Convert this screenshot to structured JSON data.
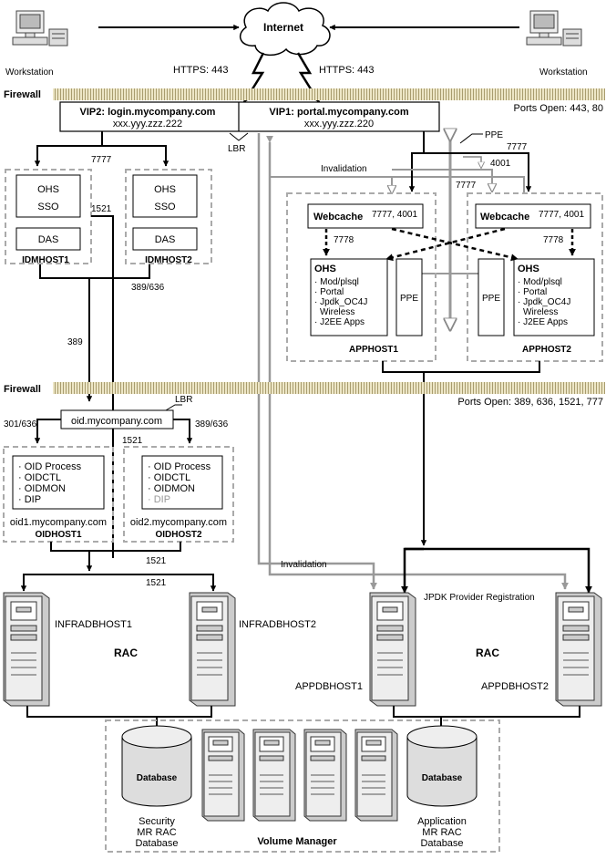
{
  "internet": "Internet",
  "workstation_left": "Workstation",
  "workstation_right": "Workstation",
  "https_left": "HTTPS: 443",
  "https_right": "HTTPS: 443",
  "firewall1": {
    "label": "Firewall",
    "ports": "Ports Open: 443, 80"
  },
  "firewall2": {
    "label": "Firewall",
    "ports": "Ports Open: 389, 636, 1521, 777"
  },
  "vip2": {
    "name": "VIP2: login.mycompany.com",
    "ip": "xxx.yyy.zzz.222"
  },
  "vip1": {
    "name": "VIP1: portal.mycompany.com",
    "ip": "xxx.yyy.zzz.220"
  },
  "lbr_top": "LBR",
  "lbr_oid": "LBR",
  "ppe_top": "PPE",
  "invalidation_top": "Invalidation",
  "invalidation_bottom": "Invalidation",
  "port_7777_left": "7777",
  "port_7777_right": "7777",
  "port_4001": "4001",
  "port_7777_mid": "7777",
  "port_1521_a": "1521",
  "port_1521_b": "1521",
  "port_1521_c": "1521",
  "port_1521_d": "1521",
  "port_389_636": "389/636",
  "port_389": "389",
  "port_301_636": "301/636",
  "port_389_636_b": "389/636",
  "idmhost1": {
    "ohs": "OHS",
    "sso": "SSO",
    "das": "DAS",
    "label": "IDMHOST1"
  },
  "idmhost2": {
    "ohs": "OHS",
    "sso": "SSO",
    "das": "DAS",
    "label": "IDMHOST2"
  },
  "apphost1": {
    "webcache": "Webcache",
    "webcache_ports": "7777, 4001",
    "port": "7778",
    "ohs": "OHS",
    "items": [
      "· Mod/plsql",
      "· Portal",
      "· Jpdk_OC4J",
      "  Wireless",
      "· J2EE Apps"
    ],
    "ppe": "PPE",
    "label": "APPHOST1"
  },
  "apphost2": {
    "webcache": "Webcache",
    "webcache_ports": "7777, 4001",
    "port": "7778",
    "ohs": "OHS",
    "items": [
      "· Mod/plsql",
      "· Portal",
      "· Jpdk_OC4J",
      "  Wireless",
      "· J2EE Apps"
    ],
    "ppe": "PPE",
    "label": "APPHOST2"
  },
  "oid_lb": "oid.mycompany.com",
  "oidhost1": {
    "items": [
      "· OID Process",
      "· OIDCTL",
      "· OIDMON",
      "· DIP"
    ],
    "domain": "oid1.mycompany.com",
    "label": "OIDHOST1"
  },
  "oidhost2": {
    "items": [
      "· OID Process",
      "· OIDCTL",
      "· OIDMON",
      "· DIP"
    ],
    "domain": "oid2.mycompany.com",
    "label": "OIDHOST2"
  },
  "infradbhost1": "INFRADBHOST1",
  "infradbhost2": "INFRADBHOST2",
  "rac_left": "RAC",
  "rac_right": "RAC",
  "jpdk": "JPDK Provider Registration",
  "appdbhost1": "APPDBHOST1",
  "appdbhost2": "APPDBHOST2",
  "db_left": {
    "label": "Database",
    "caption": [
      "Security",
      "MR RAC",
      "Database"
    ]
  },
  "db_right": {
    "label": "Database",
    "caption": [
      "Application",
      "MR RAC",
      "Database"
    ]
  },
  "volume_manager": "Volume Manager"
}
